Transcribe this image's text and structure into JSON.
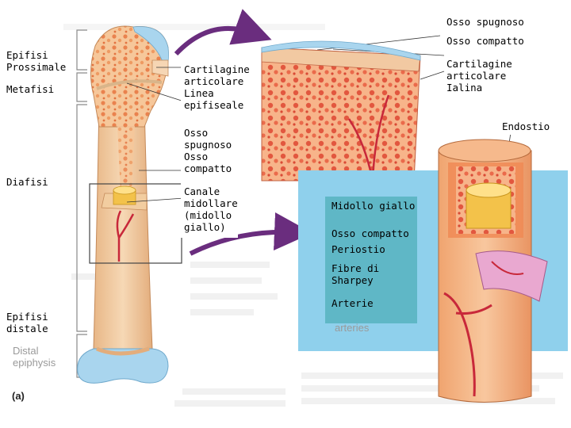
{
  "labels": {
    "epifisi_prossimale": "Epifisi\nProssimale",
    "metafisi": "Metafisi",
    "diafisi": "Diafisi",
    "epifisi_distale": "Epifisi\ndistale",
    "cartilagine_linea": "Cartilagine\narticolare\nLinea\nepifiseale",
    "osso_spugnoso_compatto": "Osso\nspugnoso\nOsso\ncompatto",
    "canale_midollare": "Canale\nmidollare\n(midollo\ngiallo)",
    "osso_spugnoso_top": "Osso spugnoso",
    "osso_compatto_top": "Osso compatto",
    "cartilagine_articolare_ialina": "Cartilagine articolare\nIalina",
    "endostio": "Endostio",
    "midollo_giallo": "Midollo giallo",
    "osso_compatto_box": "Osso compatto",
    "periostio": "Periostio",
    "fibre_di_sharpey": "Fibre di\nSharpey",
    "arterie": "Arterie"
  },
  "background_text": {
    "distal_epiphysis": "Distal\nepiphysis",
    "arteries": "arteries",
    "panel_letter": "(a)"
  },
  "colors": {
    "bone_cream": "#f2cda0",
    "spongy_orange": "#f08a55",
    "marrow_yellow": "#f3c24a",
    "cartilage_blue": "#a9d5ee",
    "panel_blue": "#8fd0ec",
    "artery_red": "#c8283a",
    "arrow_purple": "#6a2d7e",
    "label_box_teal": "#5fb7c6"
  }
}
